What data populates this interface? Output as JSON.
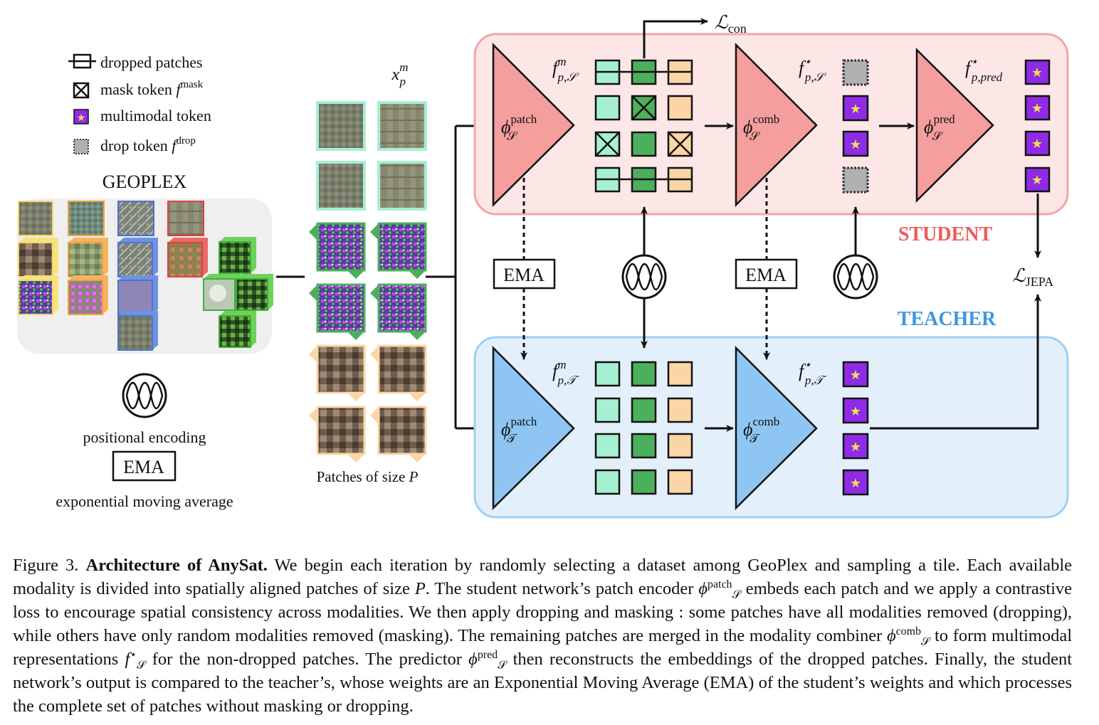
{
  "legend": {
    "dropped": "dropped patches",
    "mask": "mask token",
    "mask_sup": "mask",
    "multimodal": "multimodal token",
    "drop": "drop token",
    "drop_sup": "drop",
    "f": "f"
  },
  "geoplex_title": "GEOPLEX",
  "posenc_label": "positional encoding",
  "ema_box": "EMA",
  "ema_label": "exponential moving average",
  "patches_label": "Patches  of  size",
  "patches_var": "P",
  "xpm": {
    "x": "x",
    "sup": "m",
    "sub": "p"
  },
  "student_label": "STUDENT",
  "teacher_label": "TEACHER",
  "loss_con": {
    "L": "ℒ",
    "sub": "con"
  },
  "loss_jepa": {
    "L": "ℒ",
    "sub": "JEPA"
  },
  "enc": {
    "phi": "ϕ",
    "patch": "patch",
    "comb": "comb",
    "pred": "pred",
    "S": "𝒮",
    "T": "𝒯"
  },
  "feat": {
    "f": "f",
    "m": "m",
    "star": "⋆",
    "pS": "p,𝒮",
    "pT": "p,𝒯",
    "ppred": "p,pred"
  },
  "star_glyph": "★",
  "colors": {
    "student_bg": "#fde6e6",
    "student_border": "#f2a6a6",
    "student_tri": "#f59e9e",
    "teacher_bg": "#e3f0fb",
    "teacher_border": "#9fd0f2",
    "teacher_tri": "#8ec5f2",
    "student_text": "#ee5a5a",
    "teacher_text": "#3f97de",
    "token_mint": "#a6f0d2",
    "token_green": "#4caf5c",
    "token_peach": "#fcd5a6",
    "token_purple": "#8f2ae6",
    "token_gray": "#b0b0b0",
    "geoplex_bg": "#efefef"
  },
  "caption": {
    "fig": "Figure 3.",
    "title": "Architecture of AnySat.",
    "s1": "We begin each iteration by randomly selecting a dataset among GeoPlex and sampling a tile. Each available modality is divided into spatially aligned patches of size",
    "P": "P",
    "s2": ". The student network’s patch encoder",
    "s3": "embeds each patch and we apply a contrastive loss to encourage spatial consistency across modalities. We then apply dropping and masking : some patches have all modalities removed (dropping), while others have only random modalities removed (masking). The remaining patches are merged in the modality combiner",
    "s4": "to form multimodal representations",
    "s5": "for the non-dropped patches. The predictor",
    "s6": "then reconstructs the embeddings of the dropped patches. Finally, the student network’s output is compared to the teacher’s, whose weights are an Exponential Moving Average (EMA) of the student’s weights and which processes the complete set of patches without masking or dropping.",
    "phi": "ϕ",
    "S": "𝒮",
    "f": "f",
    "star": "⋆",
    "patch": "patch",
    "comb": "comb",
    "pred": "pred"
  }
}
